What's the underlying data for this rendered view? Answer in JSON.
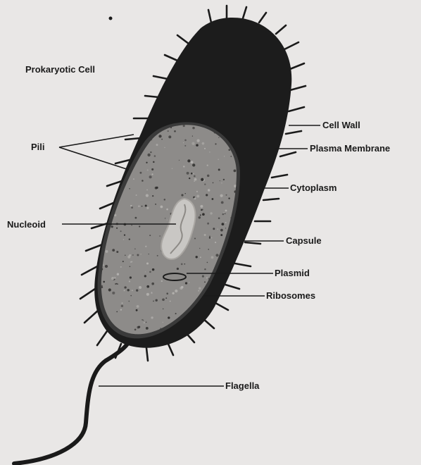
{
  "diagram": {
    "title": "Prokaryotic Cell",
    "labels": {
      "pili": "Pili",
      "nucleoid": "Nucleoid",
      "cell_wall": "Cell Wall",
      "plasma_membrane": "Plasma Membrane",
      "cytoplasm": "Cytoplasm",
      "capsule": "Capsule",
      "plasmid": "Plasmid",
      "ribosomes": "Ribosomes",
      "flagella": "Flagella"
    },
    "colors": {
      "background": "#e9e7e6",
      "capsule": "#1c1c1c",
      "cytoplasm": "#8d8b89",
      "nucleoid": "#c9c7c4",
      "ink": "#1a1a1a"
    }
  }
}
